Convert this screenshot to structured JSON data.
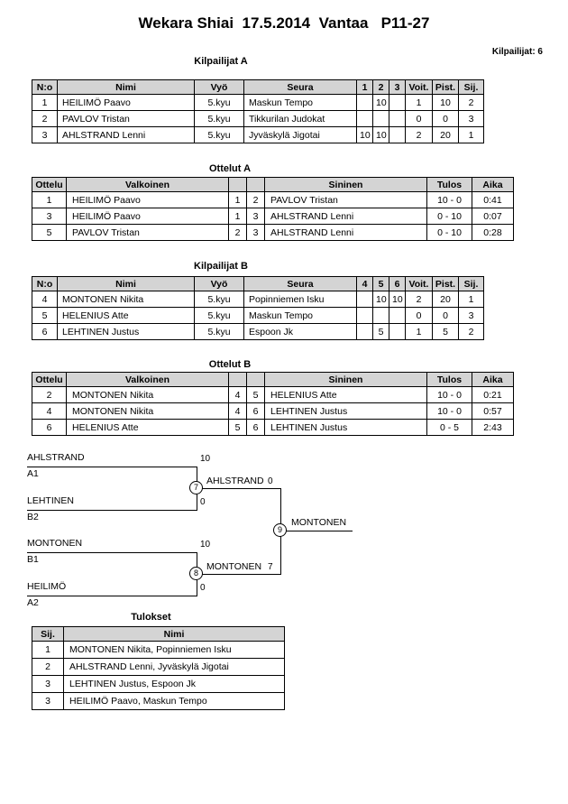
{
  "page": {
    "title": "Wekara Shiai  17.5.2014  Vantaa   P11-27",
    "competitors_label": "Kilpailijat: 6"
  },
  "pool_a": {
    "title": "Kilpailijat A",
    "headers": [
      "N:o",
      "Nimi",
      "Vyö",
      "Seura",
      "1",
      "2",
      "3",
      "Voit.",
      "Pist.",
      "Sij."
    ],
    "rows": [
      {
        "no": "1",
        "name": "HEILIMÖ Paavo",
        "belt": "5.kyu",
        "club": "Maskun Tempo",
        "m1": "",
        "m2": "10",
        "m3": "",
        "wins": "1",
        "points": "10",
        "place": "2"
      },
      {
        "no": "2",
        "name": "PAVLOV Tristan",
        "belt": "5.kyu",
        "club": "Tikkurilan Judokat",
        "m1": "",
        "m2": "",
        "m3": "",
        "wins": "0",
        "points": "0",
        "place": "3"
      },
      {
        "no": "3",
        "name": "AHLSTRAND Lenni",
        "belt": "5.kyu",
        "club": "Jyväskylä Jigotai",
        "m1": "10",
        "m2": "10",
        "m3": "",
        "wins": "2",
        "points": "20",
        "place": "1"
      }
    ]
  },
  "matches_a": {
    "title": "Ottelut A",
    "headers": [
      "Ottelu",
      "Valkoinen",
      "",
      "",
      "Sininen",
      "Tulos",
      "Aika"
    ],
    "rows": [
      {
        "match": "1",
        "white": "HEILIMÖ Paavo",
        "wno": "1",
        "bno": "2",
        "blue": "PAVLOV Tristan",
        "result": "10 - 0",
        "time": "0:41"
      },
      {
        "match": "3",
        "white": "HEILIMÖ Paavo",
        "wno": "1",
        "bno": "3",
        "blue": "AHLSTRAND Lenni",
        "result": "0 - 10",
        "time": "0:07"
      },
      {
        "match": "5",
        "white": "PAVLOV Tristan",
        "wno": "2",
        "bno": "3",
        "blue": "AHLSTRAND Lenni",
        "result": "0 - 10",
        "time": "0:28"
      }
    ]
  },
  "pool_b": {
    "title": "Kilpailijat B",
    "headers": [
      "N:o",
      "Nimi",
      "Vyö",
      "Seura",
      "4",
      "5",
      "6",
      "Voit.",
      "Pist.",
      "Sij."
    ],
    "rows": [
      {
        "no": "4",
        "name": "MONTONEN Nikita",
        "belt": "5.kyu",
        "club": "Popinniemen Isku",
        "m1": "",
        "m2": "10",
        "m3": "10",
        "wins": "2",
        "points": "20",
        "place": "1"
      },
      {
        "no": "5",
        "name": "HELENIUS Atte",
        "belt": "5.kyu",
        "club": "Maskun Tempo",
        "m1": "",
        "m2": "",
        "m3": "",
        "wins": "0",
        "points": "0",
        "place": "3"
      },
      {
        "no": "6",
        "name": "LEHTINEN Justus",
        "belt": "5.kyu",
        "club": "Espoon Jk",
        "m1": "",
        "m2": "5",
        "m3": "",
        "wins": "1",
        "points": "5",
        "place": "2"
      }
    ]
  },
  "matches_b": {
    "title": "Ottelut B",
    "headers": [
      "Ottelu",
      "Valkoinen",
      "",
      "",
      "Sininen",
      "Tulos",
      "Aika"
    ],
    "rows": [
      {
        "match": "2",
        "white": "MONTONEN Nikita",
        "wno": "4",
        "bno": "5",
        "blue": "HELENIUS Atte",
        "result": "10 - 0",
        "time": "0:21"
      },
      {
        "match": "4",
        "white": "MONTONEN Nikita",
        "wno": "4",
        "bno": "6",
        "blue": "LEHTINEN Justus",
        "result": "10 - 0",
        "time": "0:57"
      },
      {
        "match": "6",
        "white": "HELENIUS Atte",
        "wno": "5",
        "bno": "6",
        "blue": "LEHTINEN Justus",
        "result": "0 - 5",
        "time": "2:43"
      }
    ]
  },
  "bracket": {
    "semi1": {
      "number": "7",
      "top_name": "AHLSTRAND",
      "top_seed": "A1",
      "top_score": "10",
      "bottom_name": "LEHTINEN",
      "bottom_seed": "B2",
      "bottom_score": "0",
      "winner": "AHLSTRAND"
    },
    "semi2": {
      "number": "8",
      "top_name": "MONTONEN",
      "top_seed": "B1",
      "top_score": "10",
      "bottom_name": "HEILIMÖ",
      "bottom_seed": "A2",
      "bottom_score": "0",
      "winner": "MONTONEN"
    },
    "final": {
      "number": "9",
      "top_score": "0",
      "bottom_score": "7",
      "winner": "MONTONEN"
    }
  },
  "results": {
    "title": "Tulokset",
    "headers": [
      "Sij.",
      "Nimi"
    ],
    "rows": [
      {
        "place": "1",
        "name": "MONTONEN Nikita, Popinniemen Isku"
      },
      {
        "place": "2",
        "name": "AHLSTRAND Lenni, Jyväskylä Jigotai"
      },
      {
        "place": "3",
        "name": "LEHTINEN Justus, Espoon Jk"
      },
      {
        "place": "3",
        "name": "HEILIMÖ Paavo, Maskun Tempo"
      }
    ]
  }
}
